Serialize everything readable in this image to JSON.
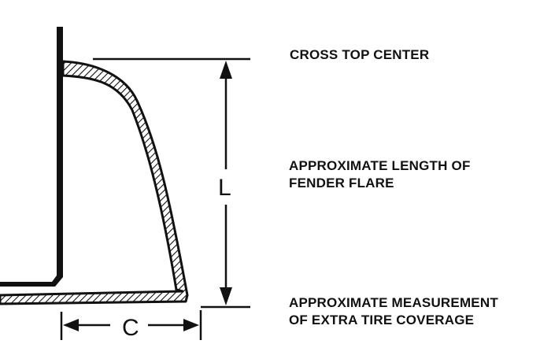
{
  "labels": {
    "cross_top_center": "CROSS TOP CENTER",
    "length_line1": "APPROXIMATE LENGTH OF",
    "length_line2": "FENDER FLARE",
    "coverage_line1": "APPROXIMATE MEASUREMENT",
    "coverage_line2": "OF EXTRA TIRE COVERAGE"
  },
  "dimensions": {
    "length_letter": "L",
    "coverage_letter": "C"
  },
  "colors": {
    "ink": "#111111",
    "hatch_fill": "#ffffff",
    "background": "#ffffff"
  }
}
